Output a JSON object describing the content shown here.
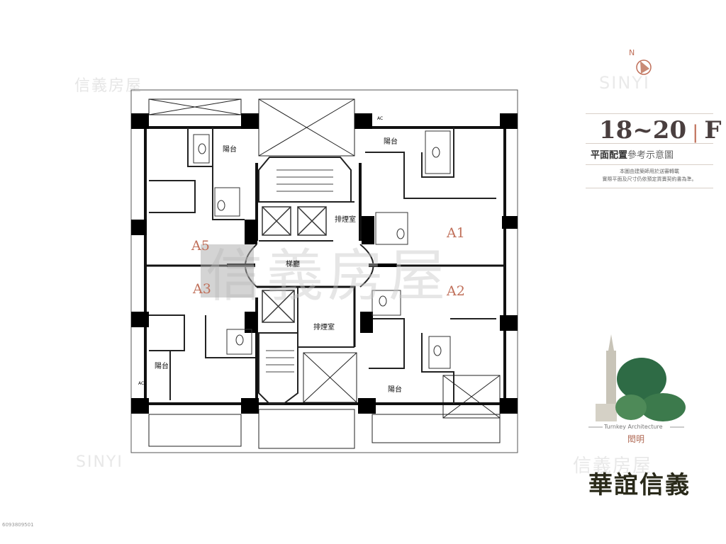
{
  "watermarks": {
    "top_left": "信義房屋",
    "top_right": "SINYI",
    "center": "信義房屋",
    "bottom_left": "SINYI",
    "bottom_right": "信義房屋"
  },
  "compass": {
    "label": "N"
  },
  "header": {
    "floor": "18~20",
    "floor_suffix": "F",
    "subtitle_bold": "平面配置",
    "subtitle_light": "參考示意圖",
    "note_line1": "本圖由建築師用於送審轉載",
    "note_line2": "實際平面及尺寸仍依預定買賣契約書為準。"
  },
  "plan": {
    "units": [
      "A5",
      "A3",
      "A1",
      "A2"
    ],
    "balcony": "陽台",
    "lobby": "梯廳",
    "smoke_room": "排煙室",
    "ac": "AC"
  },
  "logo": {
    "tagline": "Turnkey Architecture",
    "architect": "閎明",
    "brand": "華誼信義"
  },
  "footer": {
    "id": "6093809501"
  },
  "colors": {
    "accent": "#c0705a",
    "wall": "#111111",
    "column": "#000000"
  }
}
